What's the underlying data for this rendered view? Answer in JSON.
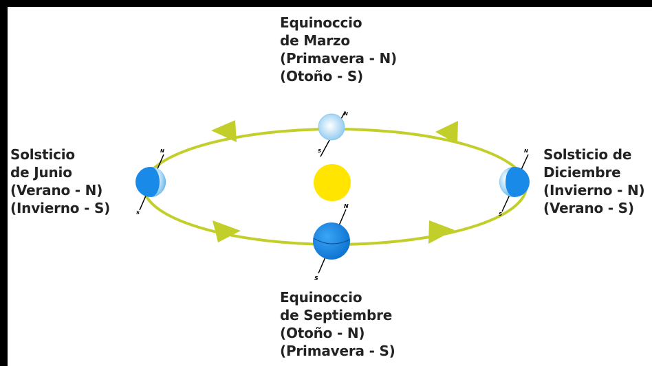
{
  "labels": {
    "march": [
      "Equinoccio",
      "de Marzo",
      "(Primavera - N)",
      "(Otoño - S)"
    ],
    "june": [
      "Solsticio",
      "de Junio",
      "(Verano - N)",
      "(Invierno - S)"
    ],
    "december": [
      "Solsticio de",
      "Diciembre",
      "(Invierno - N)",
      "(Verano - S)"
    ],
    "september": [
      "Equinoccio",
      "de Septiembre",
      "(Otoño - N)",
      "(Primavera - S)"
    ]
  },
  "pole_labels": {
    "north": "N",
    "south": "S"
  },
  "colors": {
    "orbit": "#c2cf2a",
    "sun": "#ffe500",
    "earth_light": "#a9d8f5",
    "earth_dark": "#1a8ae8",
    "background": "#ffffff",
    "border": "#000000",
    "text": "#222222"
  }
}
